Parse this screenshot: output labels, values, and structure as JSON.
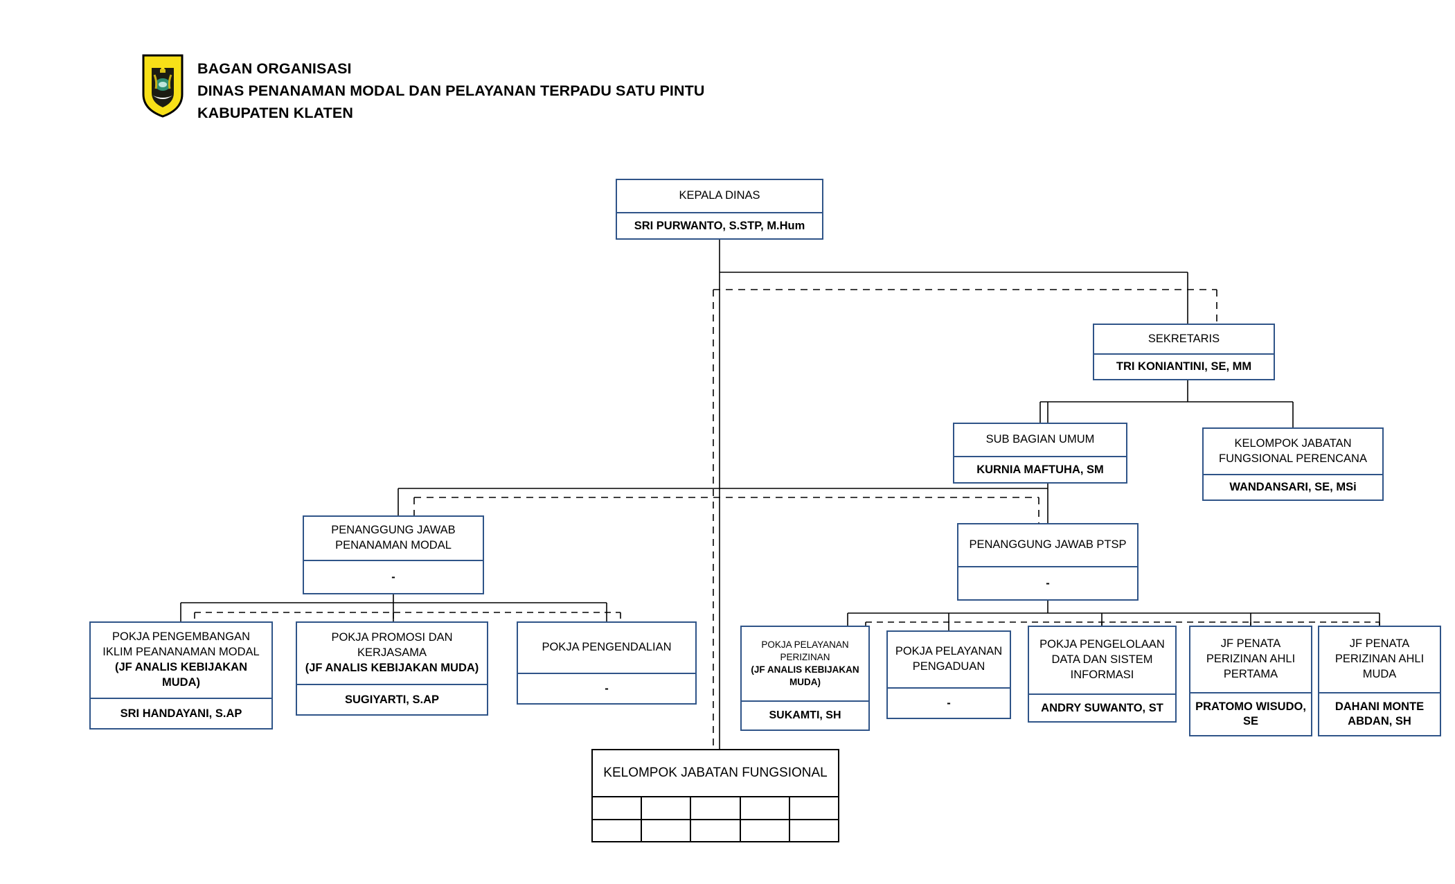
{
  "header": {
    "logo_name": "klaten-regency-coat-of-arms",
    "line1": "BAGAN ORGANISASI",
    "line2": "DINAS PENANAMAN MODAL DAN PELAYANAN TERPADU SATU PINTU",
    "line3": "KABUPATEN KLATEN"
  },
  "colors": {
    "box_border": "#2f5488",
    "table_border": "#000000",
    "logo_shield": "#f7e018",
    "text": "#000000"
  },
  "chart_data": {
    "type": "diagram",
    "title": "BAGAN ORGANISASI DINAS PENANAMAN MODAL DAN PELAYANAN TERPADU SATU PINTU KABUPATEN KLATEN",
    "nodes": [
      {
        "id": "kepala",
        "title": "KEPALA DINAS",
        "name": "SRI PURWANTO, S.STP, M.Hum"
      },
      {
        "id": "sekretaris",
        "title": "SEKRETARIS",
        "name": "TRI KONIANTINI, SE, MM"
      },
      {
        "id": "subbag",
        "title": "SUB BAGIAN UMUM",
        "name": "KURNIA MAFTUHA, SM"
      },
      {
        "id": "perencana",
        "title_l1": "KELOMPOK JABATAN",
        "title_l2": "FUNGSIONAL PERENCANA",
        "name": "WANDANSARI, SE, MSi"
      },
      {
        "id": "pjpm",
        "title_l1": "PENANGGUNG JAWAB",
        "title_l2": "PENANAMAN MODAL",
        "name": "-"
      },
      {
        "id": "pjptsp",
        "title": "PENANGGUNG JAWAB PTSP",
        "name": "-"
      },
      {
        "id": "pokja-iklim",
        "title_l1": "POKJA PENGEMBANGAN",
        "title_l2": "IKLIM PEANANAMAN MODAL",
        "title_l3": "(JF ANALIS KEBIJAKAN",
        "title_l4": "MUDA)",
        "name": "SRI HANDAYANI, S.AP"
      },
      {
        "id": "pokja-promosi",
        "title_l1": "POKJA PROMOSI DAN",
        "title_l2": "KERJASAMA",
        "title_l3": "(JF ANALIS KEBIJAKAN MUDA)",
        "name": "SUGIYARTI, S.AP"
      },
      {
        "id": "pokja-pengendalian",
        "title": "POKJA PENGENDALIAN",
        "name": "-"
      },
      {
        "id": "pokja-perizinan",
        "title_l1": "POKJA PELAYANAN",
        "title_l2": "PERIZINAN",
        "title_l3": "(JF ANALIS KEBIJAKAN",
        "title_l4": "MUDA)",
        "name": "SUKAMTI, SH"
      },
      {
        "id": "pokja-pengaduan",
        "title_l1": "POKJA PELAYANAN",
        "title_l2": "PENGADUAN",
        "name": "-"
      },
      {
        "id": "pokja-data",
        "title_l1": "POKJA PENGELOLAAN",
        "title_l2": "DATA DAN SISTEM",
        "title_l3": "INFORMASI",
        "name": "ANDRY SUWANTO, ST"
      },
      {
        "id": "jf-pertama",
        "title_l1": "JF PENATA",
        "title_l2": "PERIZINAN AHLI",
        "title_l3": "PERTAMA",
        "name_l1": "PRATOMO",
        "name_l2": "WISUDO, SE"
      },
      {
        "id": "jf-muda",
        "title_l1": "JF PENATA",
        "title_l2": "PERIZINAN AHLI",
        "title_l3": "MUDA",
        "name_l1": "DAHANI MONTE",
        "name_l2": "ABDAN, SH"
      },
      {
        "id": "kelompok-fungsional",
        "title_l1": "KELOMPOK",
        "title_l2": "JABATAN FUNGSIONAL",
        "columns": 5,
        "rows": 2,
        "cells": [
          [
            "",
            "",
            "",
            "",
            ""
          ],
          [
            "",
            "",
            "",
            "",
            ""
          ]
        ]
      }
    ],
    "edges": [
      {
        "from": "kepala",
        "to": "sekretaris",
        "style": "solid"
      },
      {
        "from": "kepala",
        "to": "kelompok-fungsional",
        "style": "dashed"
      },
      {
        "from": "sekretaris",
        "to": "subbag",
        "style": "solid"
      },
      {
        "from": "sekretaris",
        "to": "perencana",
        "style": "solid"
      },
      {
        "from": "sekretaris",
        "to": "pjpm",
        "style": "dashed"
      },
      {
        "from": "sekretaris",
        "to": "pjptsp",
        "style": "dashed"
      },
      {
        "from": "pjpm",
        "to": "pokja-iklim",
        "style": "solid"
      },
      {
        "from": "pjpm",
        "to": "pokja-promosi",
        "style": "solid"
      },
      {
        "from": "pjpm",
        "to": "pokja-pengendalian",
        "style": "dashed"
      },
      {
        "from": "pjptsp",
        "to": "pokja-perizinan",
        "style": "solid"
      },
      {
        "from": "pjptsp",
        "to": "pokja-pengaduan",
        "style": "solid"
      },
      {
        "from": "pjptsp",
        "to": "pokja-data",
        "style": "solid"
      },
      {
        "from": "pjptsp",
        "to": "jf-pertama",
        "style": "dashed"
      },
      {
        "from": "pjptsp",
        "to": "jf-muda",
        "style": "dashed"
      }
    ]
  }
}
